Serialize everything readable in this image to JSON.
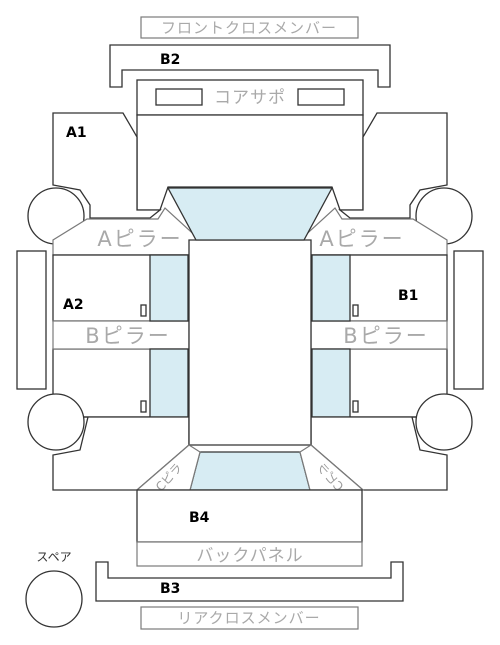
{
  "labels": {
    "front_cross_member": "フロントクロスメンバー",
    "core_support": "コアサポ",
    "a_pillar": "Aピラー",
    "b_pillar": "Bピラー",
    "back_panel": "バックパネル",
    "rear_cross_member": "リアクロスメンバー",
    "spare": "スペア",
    "c_pillar": "Cピラ"
  },
  "zones": {
    "a1": "A1",
    "a2": "A2",
    "b1": "B1",
    "b2": "B2",
    "b3": "B3",
    "b4": "B4"
  },
  "colors": {
    "glass": "#d7ecf3",
    "outline": "#333333",
    "label_gray": "#a9a9a9"
  }
}
